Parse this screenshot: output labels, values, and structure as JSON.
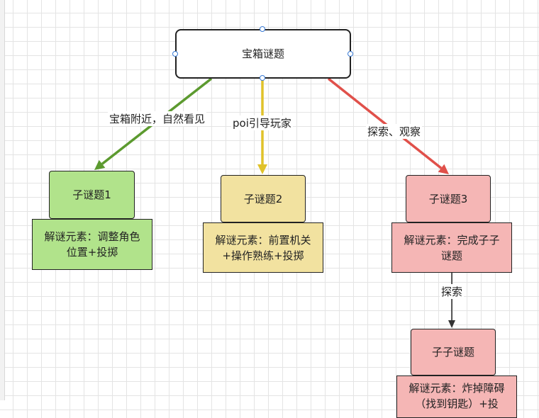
{
  "root": {
    "label": "宝箱谜题"
  },
  "edges": [
    {
      "label": "宝箱附近，自然看见",
      "color": "#5c9a2f"
    },
    {
      "label": "poi引导玩家",
      "color": "#e0c22a"
    },
    {
      "label": "探索、观察",
      "color": "#e0504a"
    },
    {
      "label": "探索",
      "color": "#333333"
    }
  ],
  "children": [
    {
      "title": "子谜题1",
      "detail": "解谜元素：调整角色位置+投掷",
      "fill": "#b1e38b"
    },
    {
      "title": "子谜题2",
      "detail": "解谜元素：前置机关+操作熟练+投掷",
      "fill": "#f2e2a0"
    },
    {
      "title": "子谜题3",
      "detail": "解谜元素：完成子子谜题",
      "fill": "#f5b6b5"
    }
  ],
  "grandchild": {
    "title": "子子谜题",
    "detail": "解谜元素：炸掉障碍（找到钥匙）+投",
    "fill": "#f5b6b5"
  }
}
